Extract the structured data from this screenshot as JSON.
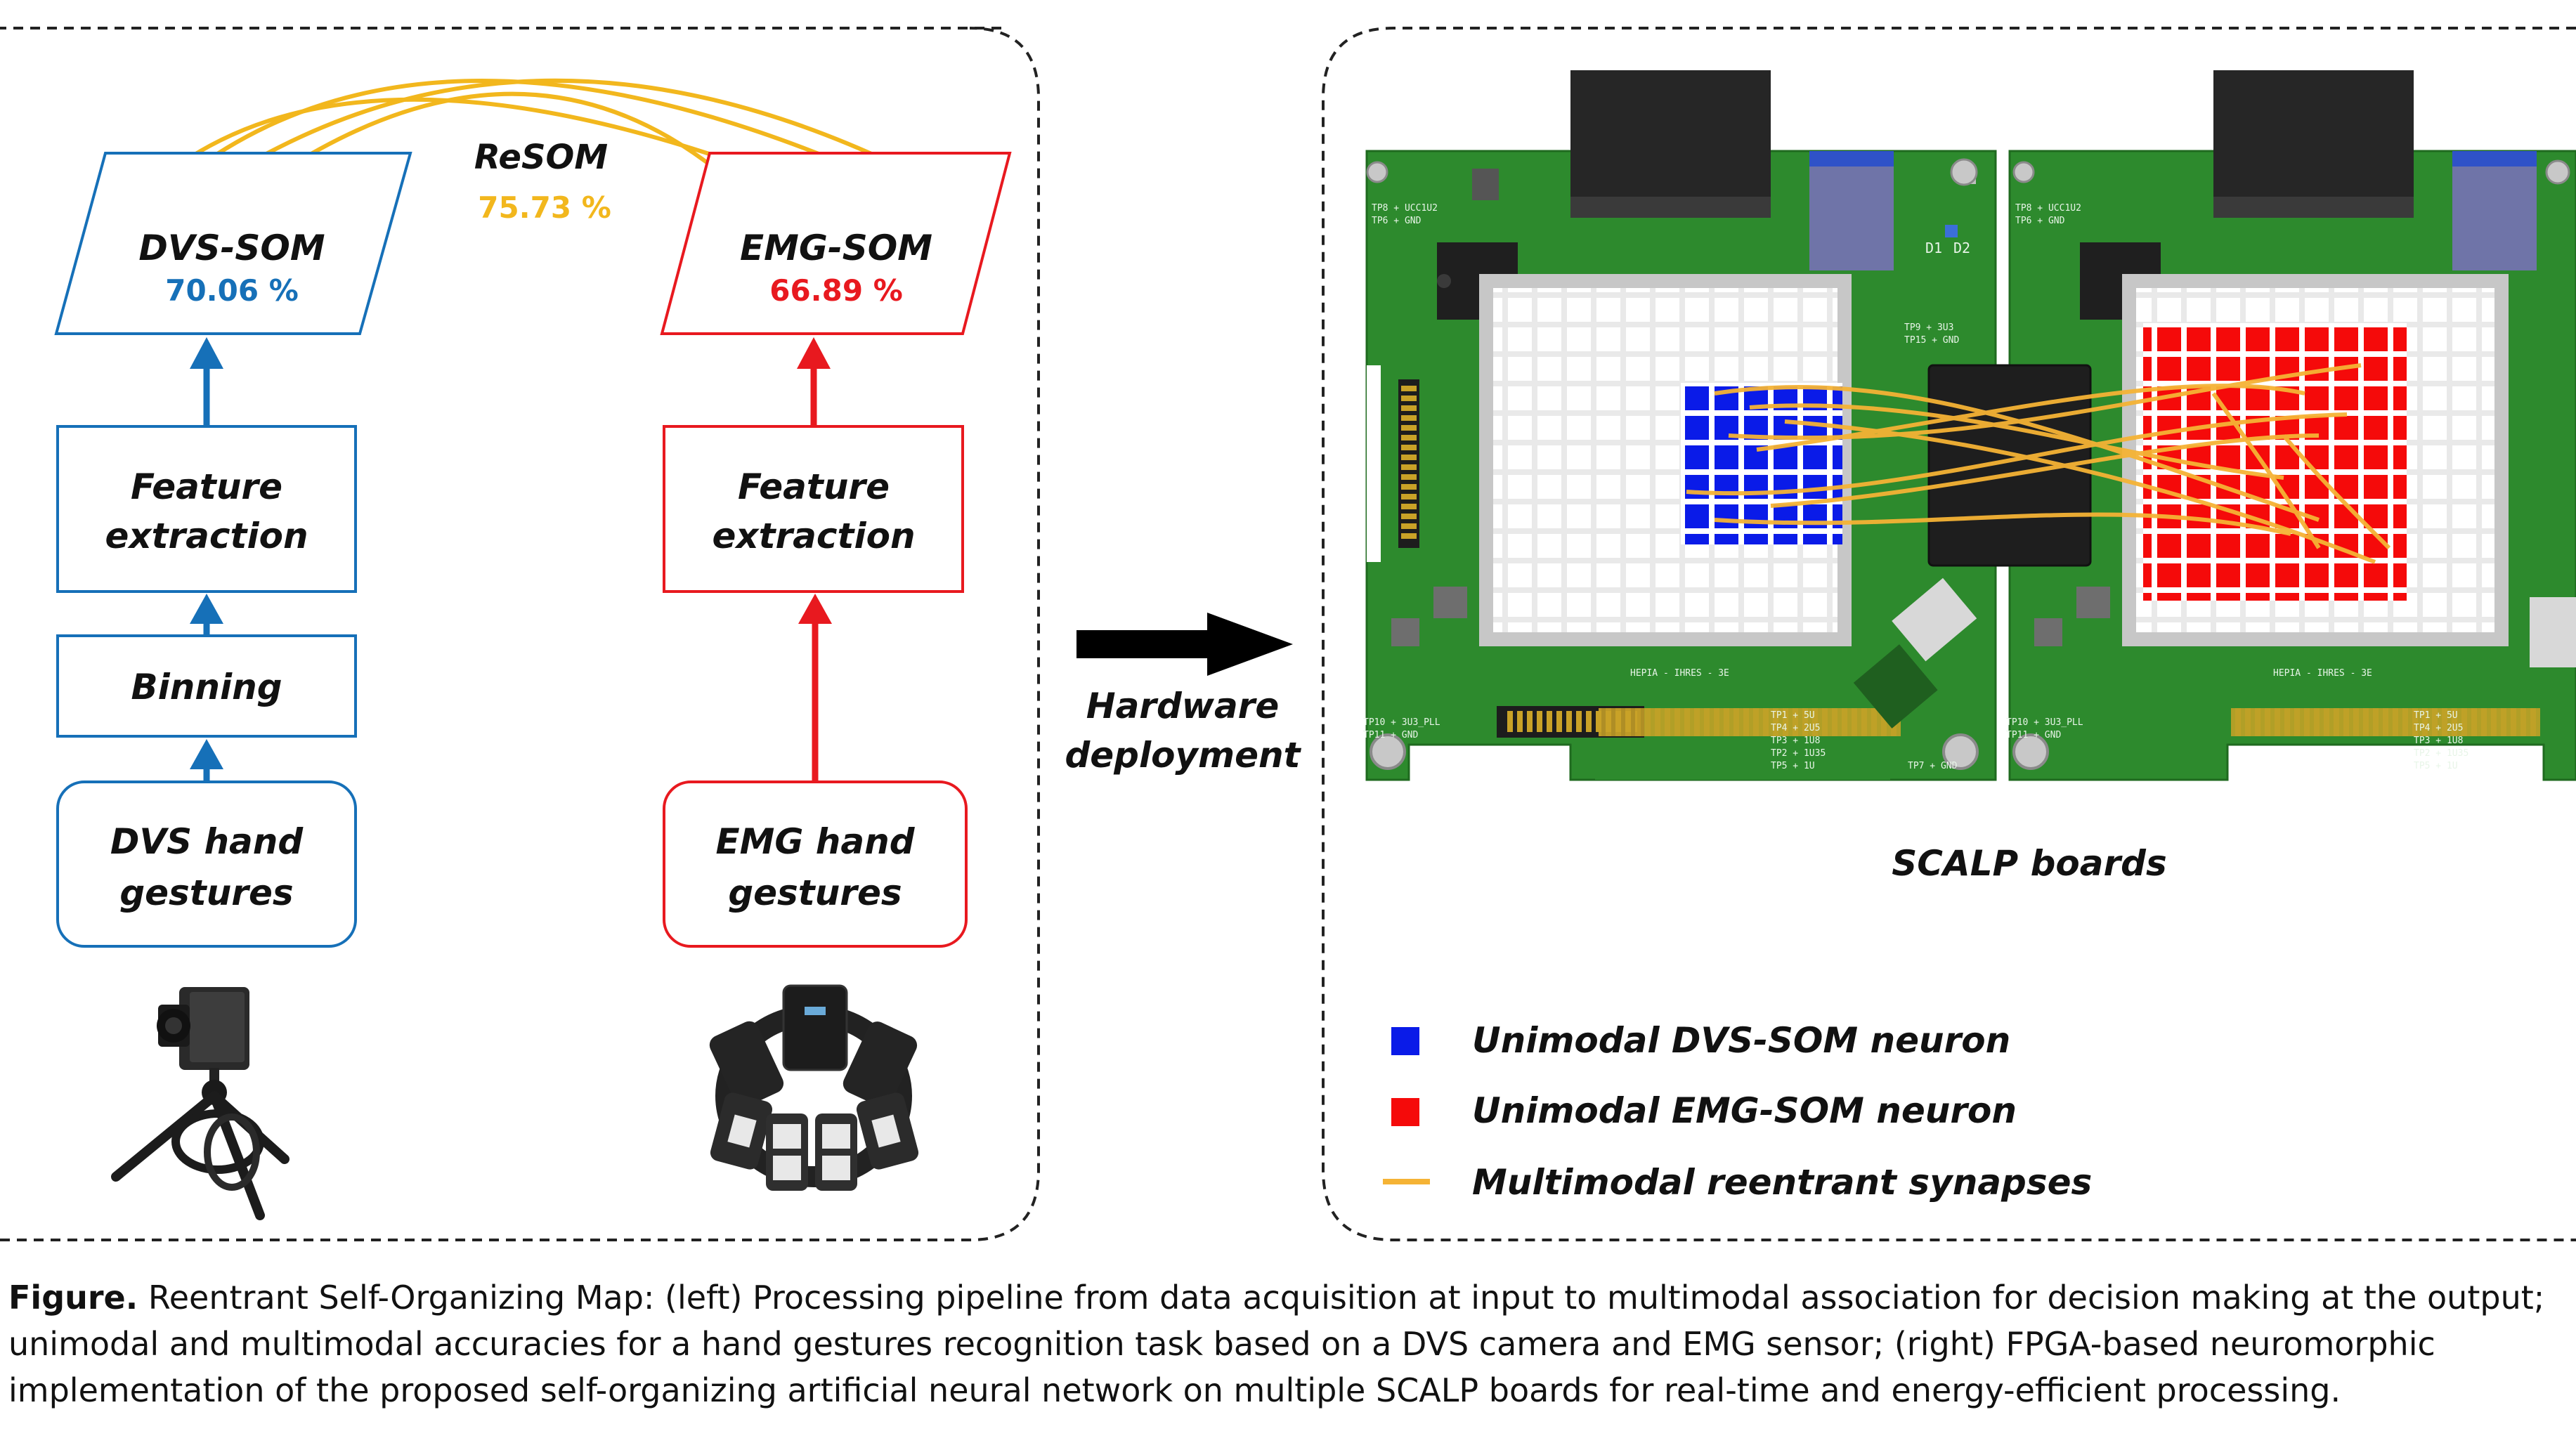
{
  "left_panel": {
    "resom": {
      "title": "ReSOM",
      "accuracy": "75.73 %"
    },
    "dvs_som": {
      "title": "DVS-SOM",
      "accuracy": "70.06 %"
    },
    "emg_som": {
      "title": "EMG-SOM",
      "accuracy": "66.89 %"
    },
    "dvs_feature": {
      "line1": "Feature",
      "line2": "extraction"
    },
    "emg_feature": {
      "line1": "Feature",
      "line2": "extraction"
    },
    "binning": "Binning",
    "dvs_input": {
      "line1": "DVS hand",
      "line2": "gestures"
    },
    "emg_input": {
      "line1": "EMG hand",
      "line2": "gestures"
    }
  },
  "arrow": {
    "line1": "Hardware",
    "line2": "deployment"
  },
  "right_panel": {
    "boards_label": "SCALP boards",
    "legend": [
      {
        "label": "Unimodal DVS-SOM neuron",
        "color": "#0a1be8"
      },
      {
        "label": "Unimodal EMG-SOM neuron",
        "color": "#f50a0a"
      },
      {
        "label": "Multimodal reentrant synapses",
        "color": "#f5b335"
      }
    ],
    "pcb_labels": {
      "tp8": "TP8 + UCC1U2",
      "tp6": "TP6 + GND",
      "tp10": "TP10 + 3U3_PLL",
      "tp11": "TP11 + GND",
      "tp1": "TP1 + 5U",
      "tp4": "TP4 + 2U5",
      "tp3": "TP3 + 1U8",
      "tp2": "TP2 + 1U35",
      "tp5": "TP5 + 1U",
      "tp7": "TP7 + GND",
      "tp9": "TP9 + 3U3",
      "tp15": "TP15 + GND",
      "d1": "D1",
      "d2": "D2",
      "hepia": "HEPIA - IHRES - 3E"
    }
  },
  "caption": {
    "bold": "Figure.",
    "line1": " Reentrant Self-Organizing Map: (left) Processing pipeline from data acquisition at input to multimodal association for decision making at the output;",
    "line2": "unimodal and multimodal accuracies for a hand gestures recognition task based on a DVS camera and EMG sensor; (right) FPGA-based neuromorphic",
    "line3": "implementation of the proposed self-organizing artificial neural network on multiple SCALP boards for real-time and energy-efficient processing."
  },
  "colors": {
    "blue": "#1670b8",
    "red": "#e8191f",
    "gold": "#f2b71d",
    "pcb": "#2d8a2d"
  }
}
